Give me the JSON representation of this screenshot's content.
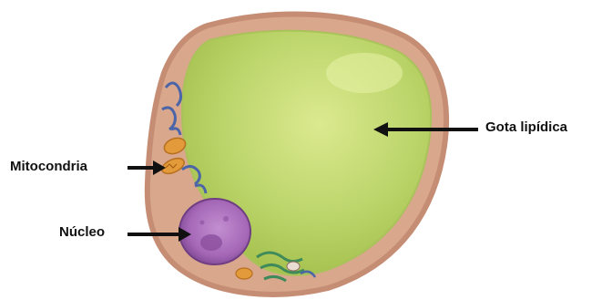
{
  "labels": {
    "lipid_droplet": "Gota lipídica",
    "mitochondrion": "Mitocondria",
    "nucleus": "Núcleo"
  },
  "colors": {
    "cytoplasm": "#d9a98d",
    "membrane": "#c99077",
    "lipid_droplet": "#b9d46a",
    "lipid_highlight": "#e4ef9e",
    "nucleus": "#a36ab8",
    "mitochondrion": "#e29a3a",
    "golgi": "#4b65a8",
    "er": "#3f8a5a",
    "arrow": "#111111"
  },
  "icons": [
    "cell-illustration",
    "arrow-right-icon",
    "arrow-left-icon"
  ]
}
